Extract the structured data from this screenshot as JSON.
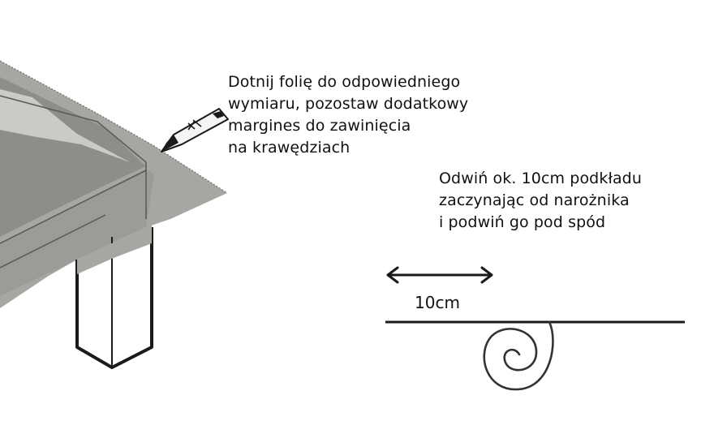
{
  "instruction_cut": {
    "lines": [
      "Dotnij folię do odpowiedniego",
      "wymiaru, pozostaw dodatkowy",
      "margines do zawinięcia",
      "na krawędziach"
    ]
  },
  "instruction_unroll": {
    "lines": [
      "Odwiń ok. 10cm podkładu",
      "zaczynając od narożnika",
      "i podwiń go pod spód"
    ]
  },
  "measurement": {
    "label": "10cm"
  },
  "icons": {
    "cutter": "utility-knife-icon",
    "arrow": "double-headed-arrow-icon",
    "roll": "rolled-underlay-spiral-icon"
  },
  "colors": {
    "film": "#a7a6a2",
    "film_dark": "#8e8d89",
    "film_light": "#d6d5d2",
    "outline": "#1a1a1a",
    "text": "#111111"
  }
}
